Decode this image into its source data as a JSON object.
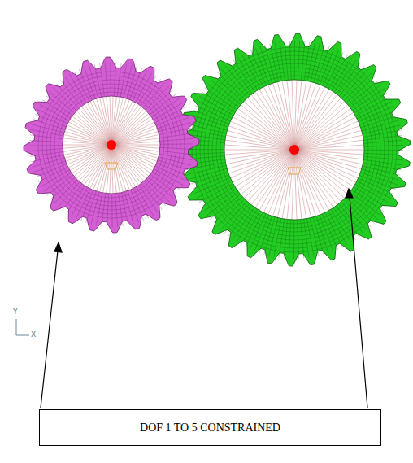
{
  "diagram": {
    "nodes": [
      {
        "text": [
          "DOF 1 TO 5 CONSTRAINED"
        ]
      }
    ],
    "labels": [
      "Y",
      "X"
    ]
  }
}
